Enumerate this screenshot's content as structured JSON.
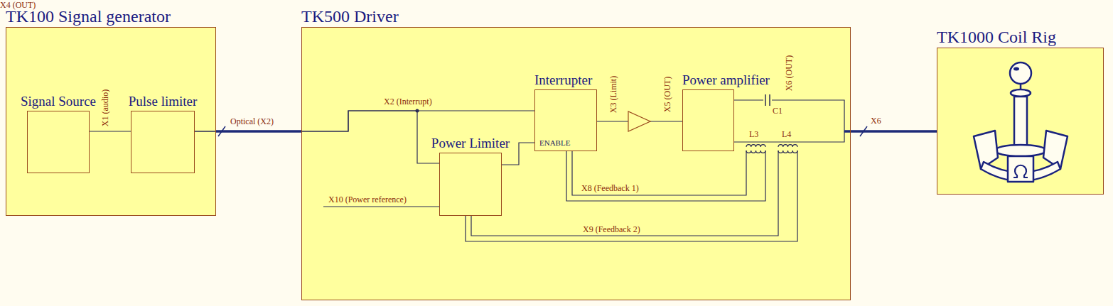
{
  "diagram": {
    "nodes": [
      {
        "text": [
          "TK100 Signal generator"
        ]
      },
      {
        "text": [
          "Signal Source"
        ],
        "in": 0
      },
      {
        "text": [
          "Pulse limiter"
        ],
        "in": 0
      },
      {
        "text": [
          "TK500 Driver"
        ]
      },
      {
        "text": [
          "Interrupter",
          "ENABLE"
        ],
        "in": 3
      },
      {
        "text": [
          "Power Limiter"
        ],
        "in": 3
      },
      {
        "text": [
          "Power amplifier"
        ],
        "in": 3
      },
      {
        "text": [
          "TK1000 Coil Rig"
        ]
      }
    ],
    "edges": [
      {
        "from": 1,
        "to": 2,
        "label": "X1 (audio)",
        "arrow": "none"
      },
      {
        "from": 2,
        "to": 4,
        "label": "Optical (X2)",
        "arrow": "none"
      },
      {
        "from": 2,
        "to": 5,
        "arrow": "none"
      },
      {
        "from": 5,
        "to": 4,
        "label": "X3 (Limit)",
        "arrow": "none"
      },
      {
        "from": 4,
        "to": 6,
        "label": "X4 (OUT)",
        "arrow": "none"
      },
      {
        "from": 6,
        "to": 7,
        "label": "X6",
        "arrow": "none"
      }
    ],
    "labels": [
      "X2 (Interrupt)",
      "X5 (OUT)",
      "C1",
      "X6 (OUT)",
      "L3",
      "L4",
      "X8 (Feedback 1)",
      "X10 (Power reference)",
      "X9 (Feedback 2)"
    ]
  }
}
